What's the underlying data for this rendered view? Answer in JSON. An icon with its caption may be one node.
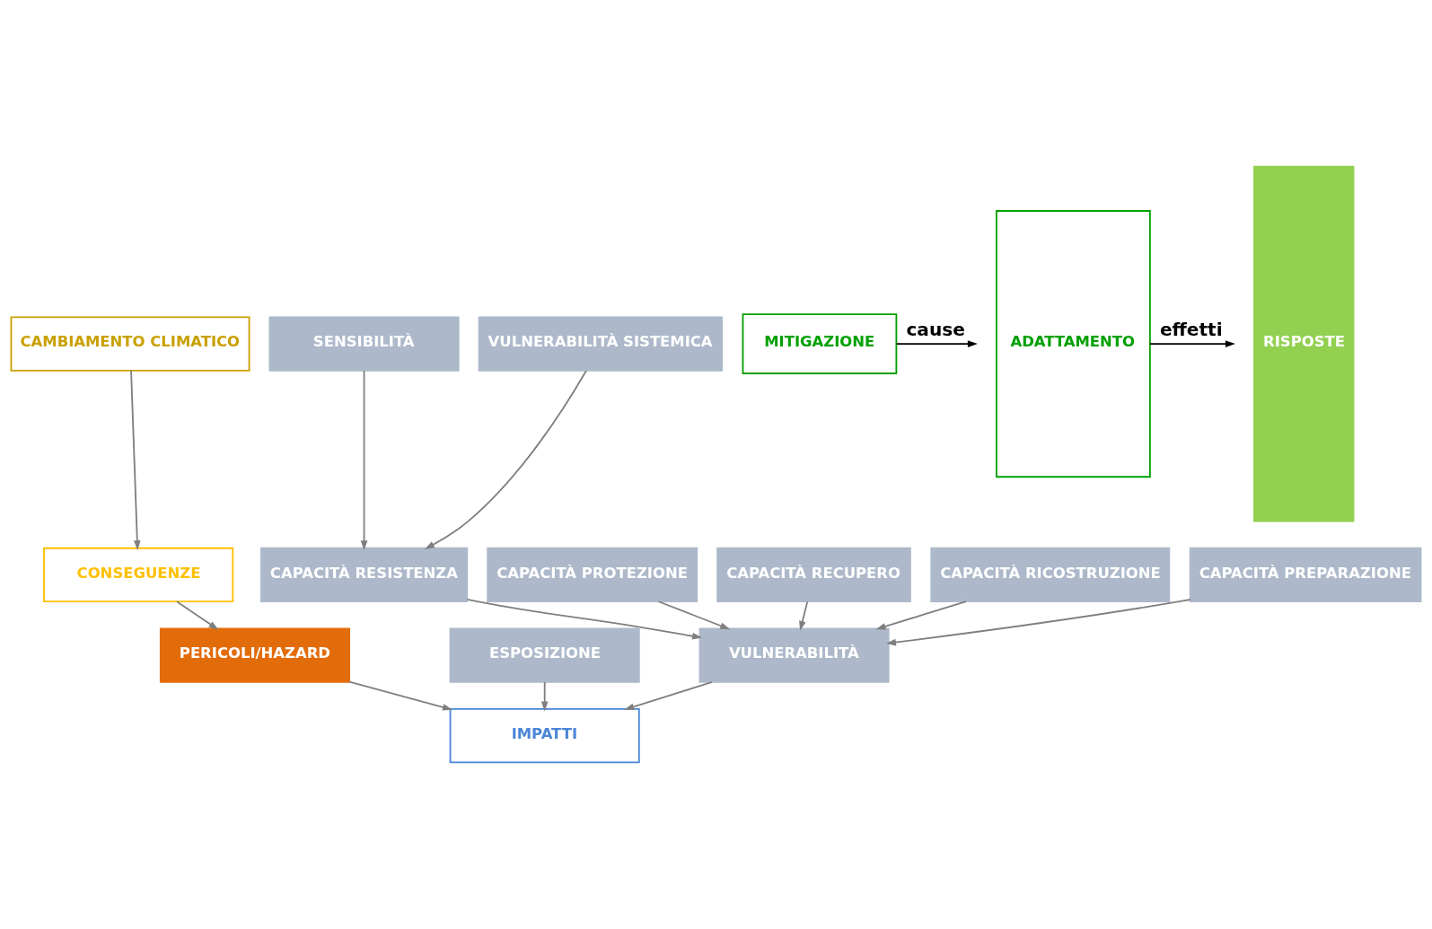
{
  "diagram": {
    "nodes": [
      {
        "text": [
          "CAMBIAMENTO CLIMATICO"
        ]
      },
      {
        "text": [
          "CONSEGUENZE"
        ]
      },
      {
        "text": [
          "PERICOLI/HAZARD"
        ]
      },
      {
        "text": [
          "IMPATTI"
        ]
      },
      {
        "text": [
          "SENSIBILITÀ"
        ]
      },
      {
        "text": [
          "VULNERABILITÀ SISTEMICA"
        ]
      },
      {
        "text": [
          "CAPACITÀ RESISTENZA"
        ]
      },
      {
        "text": [
          "CAPACITÀ PROTEZIONE"
        ]
      },
      {
        "text": [
          "CAPACITÀ RECUPERO"
        ]
      },
      {
        "text": [
          "CAPACITÀ RICOSTRUZIONE"
        ]
      },
      {
        "text": [
          "CAPACITÀ PREPARAZIONE"
        ]
      },
      {
        "text": [
          "ESPOSIZIONE"
        ]
      },
      {
        "text": [
          "VULNERABILITÀ"
        ]
      },
      {
        "text": [
          "MITIGAZIONE"
        ]
      },
      {
        "text": [
          "ADATTAMENTO"
        ]
      },
      {
        "text": [
          "RISPOSTE"
        ]
      }
    ],
    "edges": [
      {
        "from": 0,
        "to": 1,
        "arrow": "to"
      },
      {
        "from": 1,
        "to": 2,
        "arrow": "to"
      },
      {
        "from": 2,
        "to": 3,
        "arrow": "to"
      },
      {
        "from": 11,
        "to": 3,
        "arrow": "to"
      },
      {
        "from": 12,
        "to": 3,
        "arrow": "to"
      },
      {
        "from": 4,
        "to": 6,
        "arrow": "to"
      },
      {
        "from": 5,
        "to": 6,
        "arrow": "to"
      },
      {
        "from": 6,
        "to": 12,
        "arrow": "to"
      },
      {
        "from": 7,
        "to": 12,
        "arrow": "to"
      },
      {
        "from": 8,
        "to": 12,
        "arrow": "to"
      },
      {
        "from": 9,
        "to": 12,
        "arrow": "to"
      },
      {
        "from": 10,
        "to": 12,
        "arrow": "to"
      },
      {
        "from": 13,
        "to": null,
        "arrow": "to",
        "label": "cause",
        "color": "#000000"
      },
      {
        "from": 14,
        "to": null,
        "arrow": "to",
        "label": "effetti",
        "color": "#000000"
      }
    ]
  }
}
